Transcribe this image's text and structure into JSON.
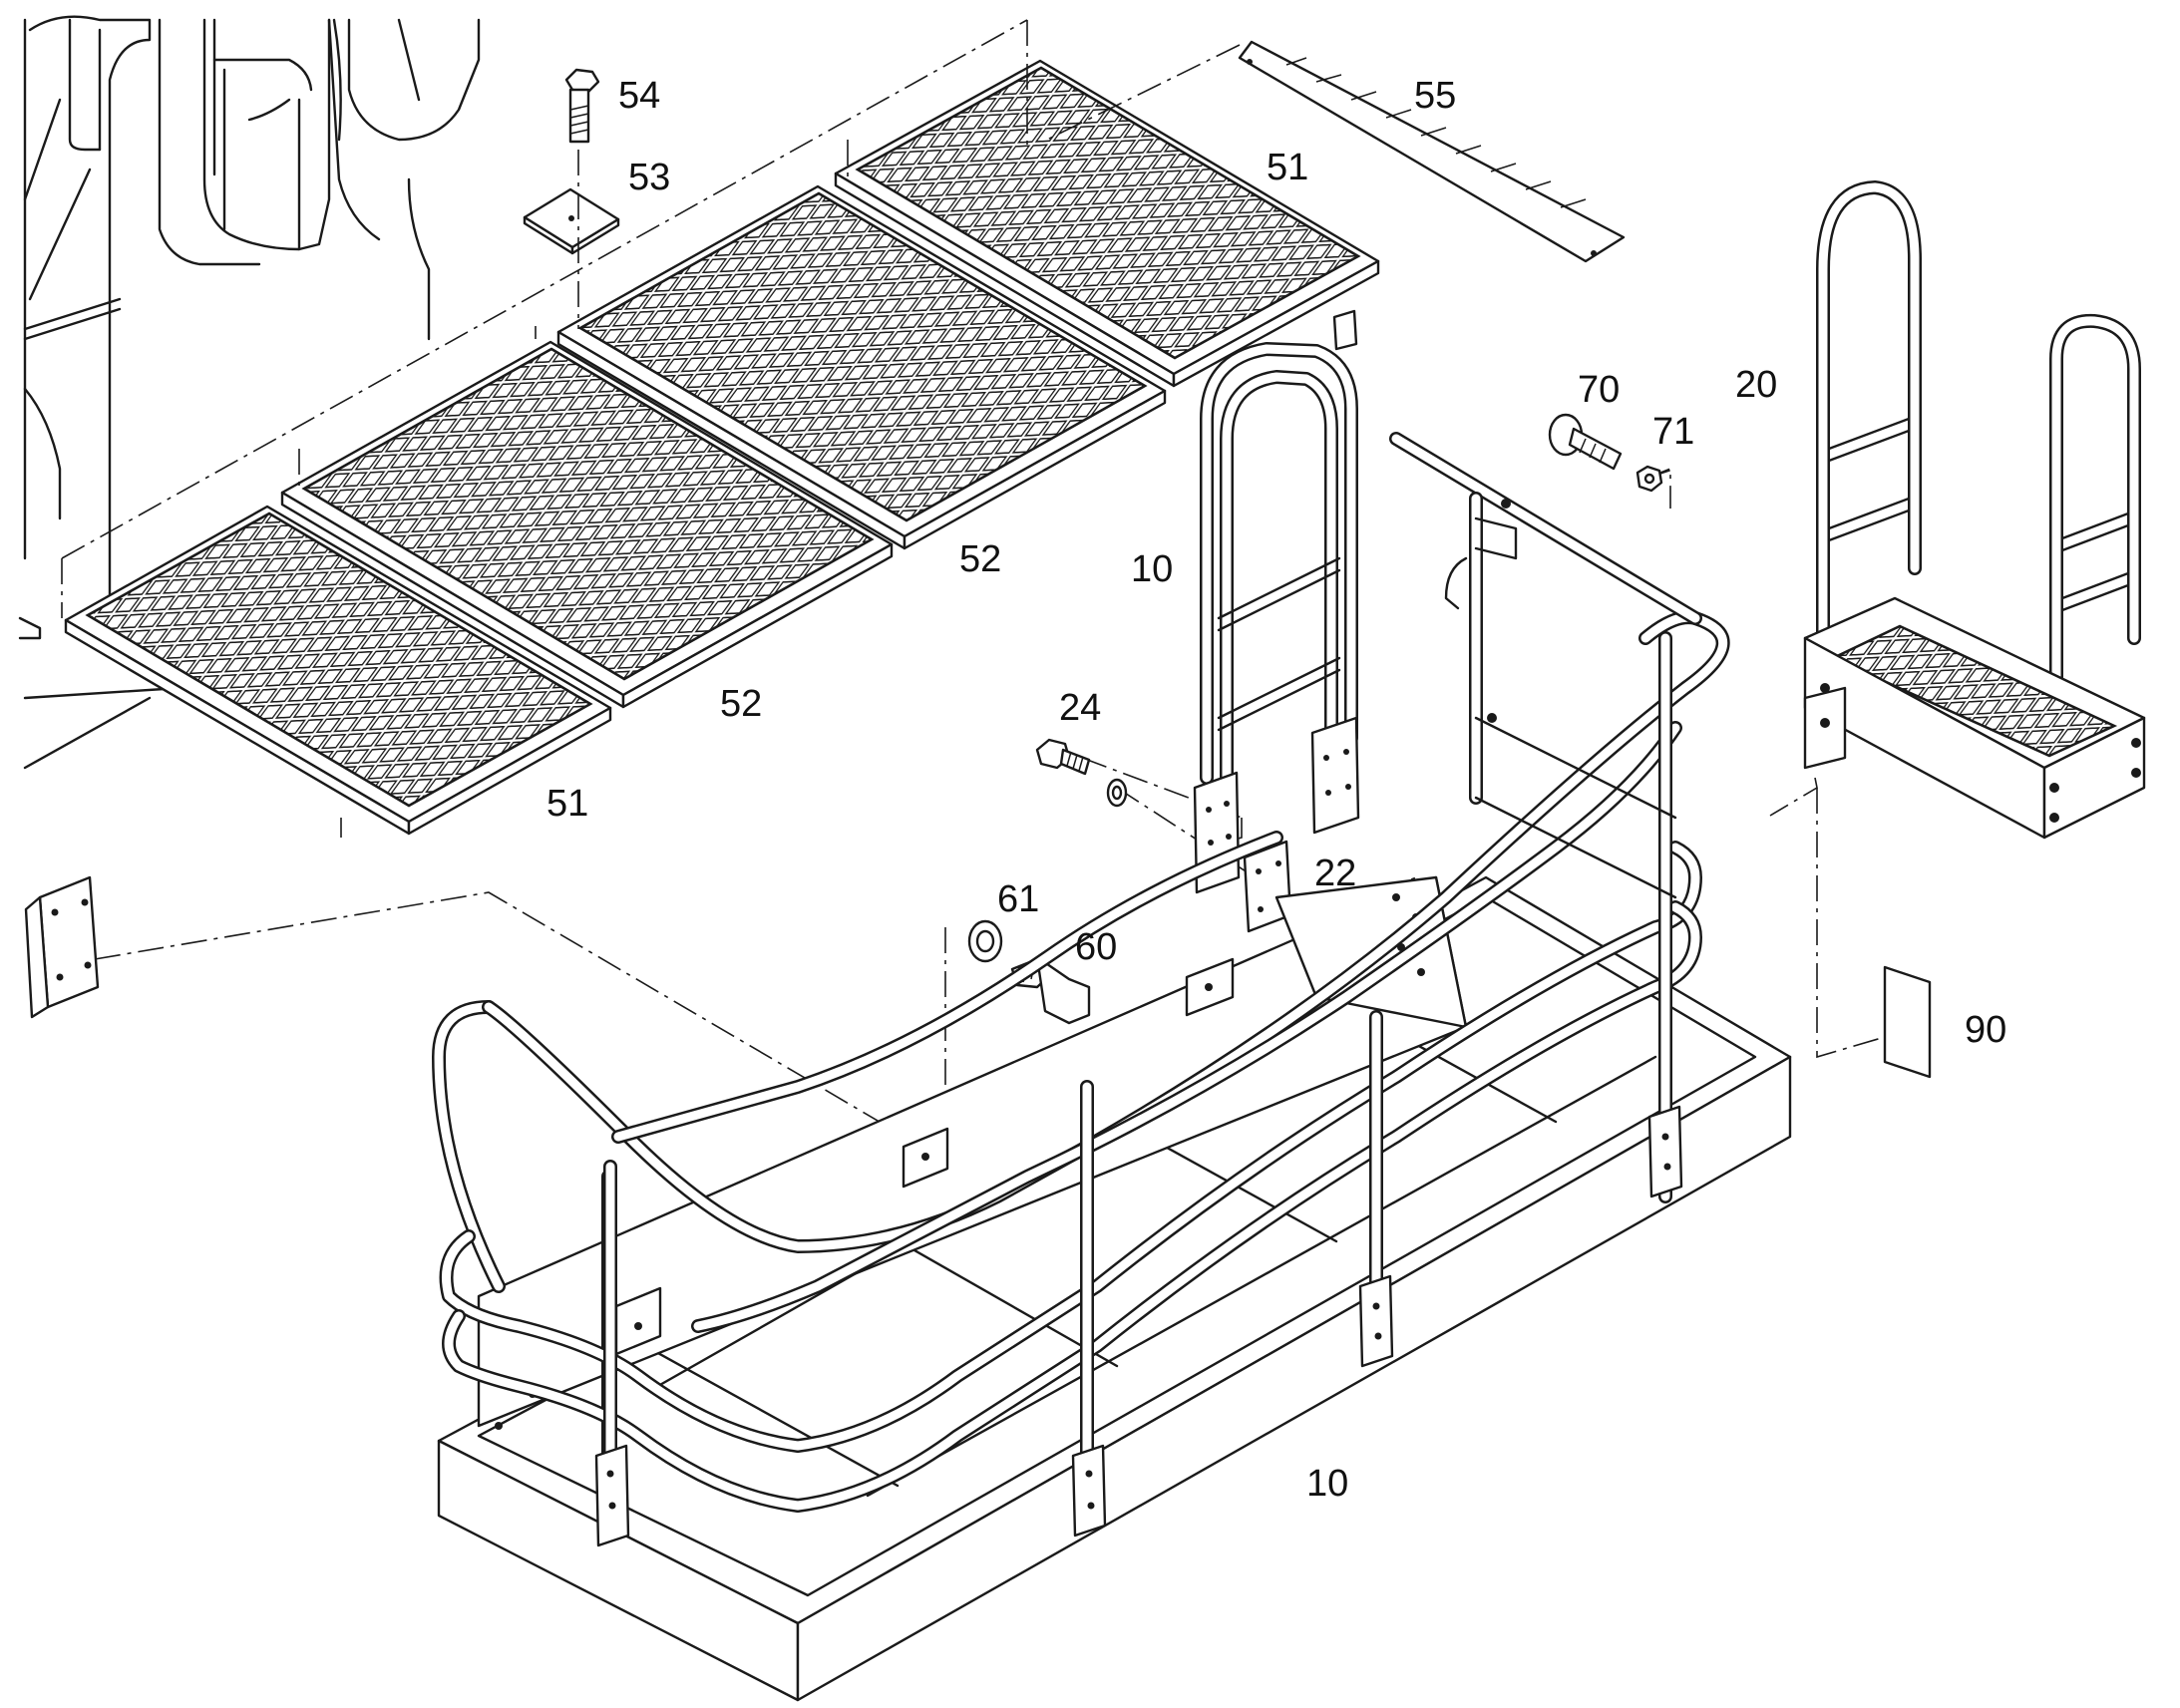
{
  "callouts": {
    "c54": "54",
    "c53": "53",
    "c55": "55",
    "c51_top": "51",
    "c52_upper": "52",
    "c52_lower": "52",
    "c51_bottom": "51",
    "c10_handrail": "10",
    "c70": "70",
    "c71": "71",
    "c20": "20",
    "c24": "24",
    "c22": "22",
    "c61": "61",
    "c60": "60",
    "c90": "90",
    "c10_platform": "10"
  },
  "colors": {
    "line": "#1a1a1a",
    "background": "#ffffff"
  }
}
